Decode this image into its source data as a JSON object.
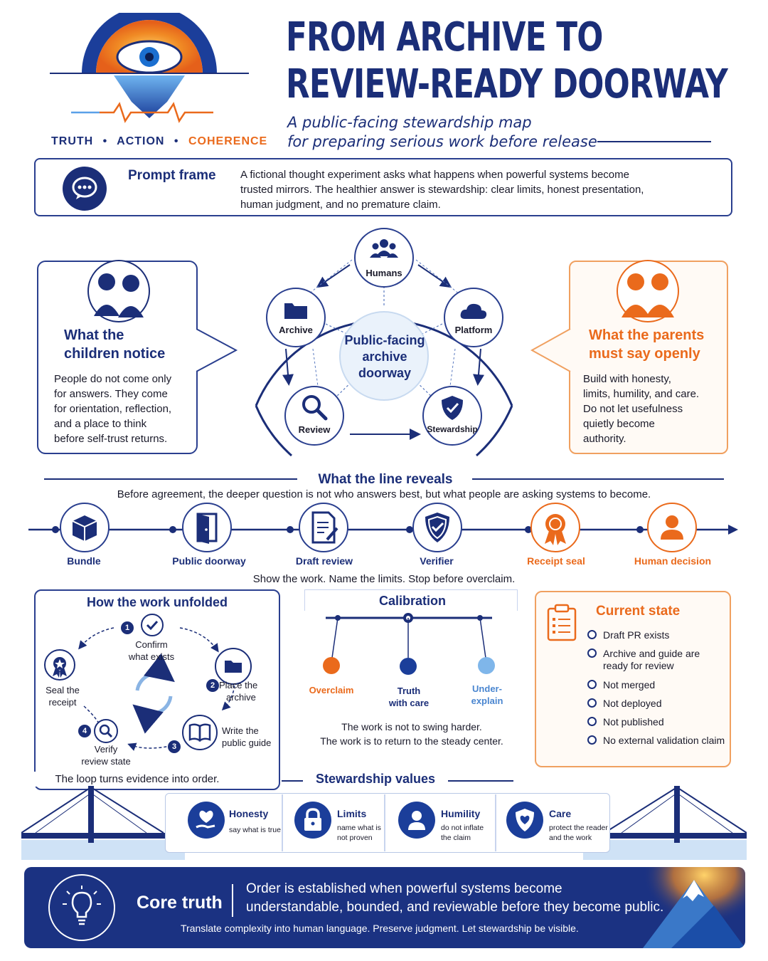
{
  "header": {
    "title_line1": "FROM ARCHIVE TO",
    "title_line2": "REVIEW-READY DOORWAY",
    "subtitle_line1": "A public-facing stewardship map",
    "subtitle_line2": "for preparing serious work before release",
    "tagline_truth": "TRUTH",
    "tagline_action": "ACTION",
    "tagline_coherence": "COHERENCE",
    "tagline_sep": "•"
  },
  "prompt": {
    "heading": "Prompt frame",
    "line1": "A fictional thought experiment asks what happens when powerful systems become",
    "line2": "trusted mirrors. The healthier answer is stewardship: clear limits, honest presentation,",
    "line3": "human judgment, and no premature claim."
  },
  "children": {
    "heading1": "What the",
    "heading2": "children notice",
    "lines": [
      "People do not come only",
      "for answers. They come",
      "for orientation, reflection,",
      "and a place to think",
      "before self-trust returns."
    ]
  },
  "parents": {
    "heading1": "What the parents",
    "heading2": "must say openly",
    "lines": [
      "Build with honesty,",
      "limits, humility, and care.",
      "Do not let usefulness",
      "quietly become",
      "authority."
    ]
  },
  "cycle": {
    "center1": "Public-facing",
    "center2": "archive",
    "center3": "doorway",
    "nodes": {
      "humans": "Humans",
      "platform": "Platform",
      "stewardship": "Stewardship",
      "review": "Review",
      "archive": "Archive"
    }
  },
  "line": {
    "heading": "What the line reveals",
    "subheading": "Before agreement, the deeper question is not who answers best, but what people are asking systems to become.",
    "steps": [
      "Bundle",
      "Public doorway",
      "Draft review",
      "Verifier",
      "Receipt seal",
      "Human decision"
    ],
    "footer": "Show the work. Name the limits. Stop before overclaim."
  },
  "loop": {
    "heading": "How the work unfolded",
    "step1a": "Confirm",
    "step1b": "what exists",
    "step2a": "Place the",
    "step2b": "archive",
    "step3a": "Write the",
    "step3b": "public guide",
    "step4a": "Verify",
    "step4b": "review state",
    "seal_a": "Seal the",
    "seal_b": "receipt",
    "n1": "1",
    "n2": "2",
    "n3": "3",
    "n4": "4",
    "footer": "The loop turns evidence into order."
  },
  "calibration": {
    "heading": "Calibration",
    "left": "Overclaim",
    "mid1": "Truth",
    "mid2": "with care",
    "right1": "Under-",
    "right2": "explain",
    "foot1": "The work is not to swing harder.",
    "foot2": "The work is to return to the steady center."
  },
  "state": {
    "heading": "Current state",
    "items": [
      "Draft PR exists",
      "Archive and guide are",
      "ready for review",
      "Not merged",
      "Not deployed",
      "Not published",
      "No external validation claim"
    ]
  },
  "values": {
    "heading": "Stewardship values",
    "items": [
      {
        "title": "Honesty",
        "d1": "say what is true",
        "d2": ""
      },
      {
        "title": "Limits",
        "d1": "name what is",
        "d2": "not proven"
      },
      {
        "title": "Humility",
        "d1": "do not inflate",
        "d2": "the claim"
      },
      {
        "title": "Care",
        "d1": "protect the reader",
        "d2": "and the work"
      }
    ]
  },
  "core": {
    "label": "Core truth",
    "line1": "Order is established when powerful systems become",
    "line2": "understandable, bounded, and reviewable before they become public.",
    "line3": "Translate complexity into human language. Preserve judgment. Let stewardship be visible."
  },
  "colors": {
    "navy": "#1b2e78",
    "orange": "#ea6a1c",
    "sky": "#5aa0e8"
  },
  "icons": [
    "iceberg-eye-logo",
    "chat-bubble-icon",
    "people-icon",
    "folder-icon",
    "cloud-icon",
    "shield-icon",
    "magnifier-icon",
    "box-icon",
    "door-icon",
    "document-pen-icon",
    "shield-check-icon",
    "ribbon-seal-icon",
    "person-icon",
    "clipboard-icon",
    "heart-hand-icon",
    "lock-icon",
    "lightbulb-icon",
    "mountain-icon",
    "bridge-icon"
  ]
}
